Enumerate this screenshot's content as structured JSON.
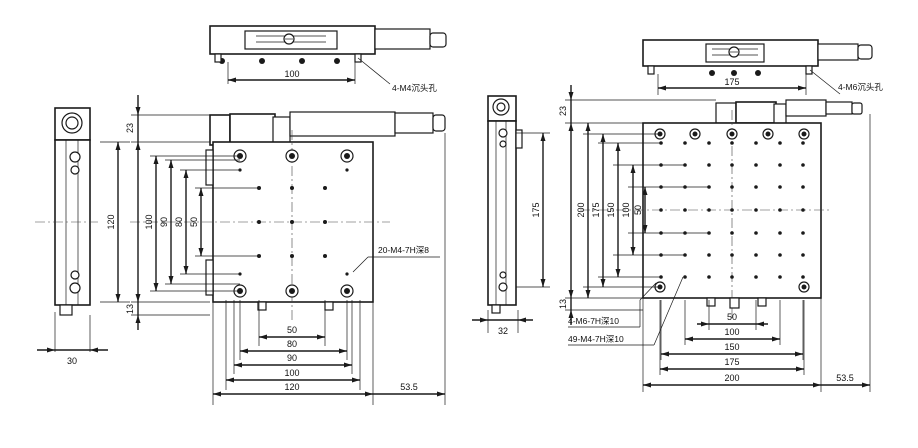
{
  "left_drawing": {
    "top_view_dim": "100",
    "top_view_note": "4-M4沉头孔",
    "side_height_dim": "120",
    "side_width_dim": "30",
    "gap_top_dim": "23",
    "gap_bottom_dim": "13",
    "vertical_dims": [
      "100",
      "90",
      "80",
      "50"
    ],
    "hole_note": "20-M4-7H深8",
    "bottom_dims": [
      "50",
      "80",
      "90",
      "100",
      "120"
    ],
    "overhang_dim": "53.5"
  },
  "right_drawing": {
    "top_view_dim": "175",
    "top_view_note": "4-M6沉头孔",
    "side_height_dim": "175",
    "side_width_dim": "32",
    "gap_top_dim": "23",
    "gap_bottom_dim": "13",
    "vertical_dims": [
      "200",
      "175",
      "150",
      "100",
      "50"
    ],
    "hole_note_1": "4-M6-7H深10",
    "hole_note_2": "49-M4-7H深10",
    "bottom_dims": [
      "50",
      "100",
      "150",
      "175",
      "200"
    ],
    "overhang_dim": "53.5"
  }
}
